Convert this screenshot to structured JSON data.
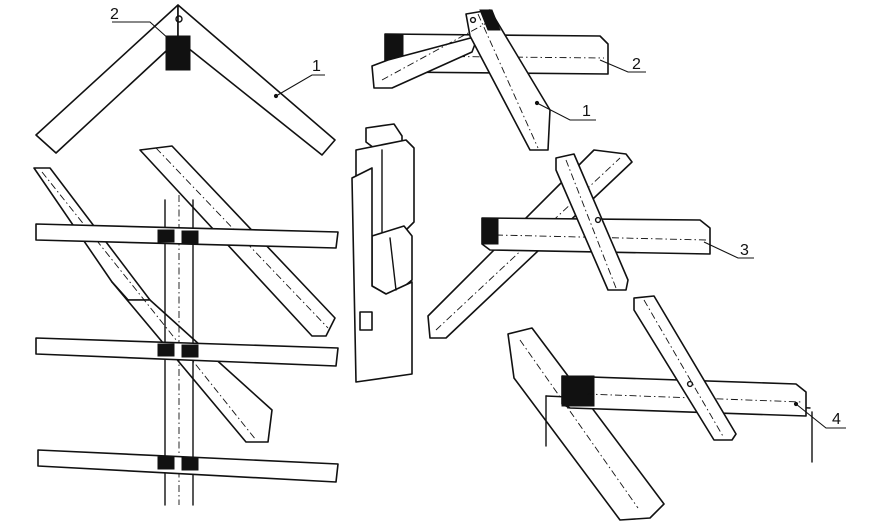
{
  "figure": {
    "labels": {
      "a_rafter": "1",
      "a_block": "2",
      "b_rafter": "1",
      "b_beam": "2",
      "c_beam": "3",
      "d_beam": "4"
    }
  }
}
